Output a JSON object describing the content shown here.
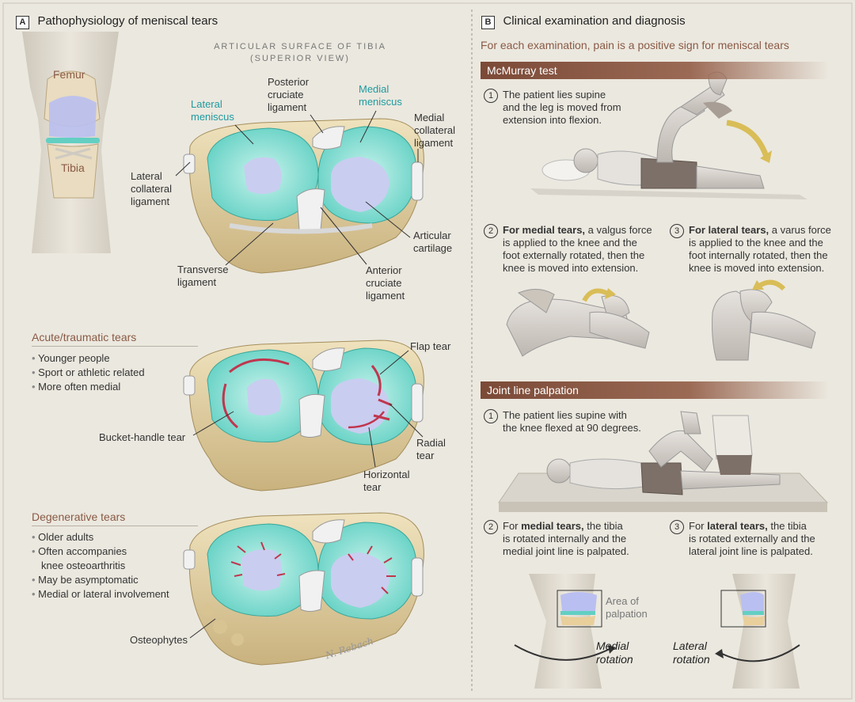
{
  "panel_a": {
    "letter": "A",
    "title": "Pathophysiology of meniscal tears",
    "surface_title_1": "ARTICULAR SURFACE OF TIBIA",
    "surface_title_2": "(SUPERIOR VIEW)",
    "femur": "Femur",
    "tibia": "Tibia",
    "labels": {
      "posterior_cruciate": [
        "Posterior",
        "cruciate",
        "ligament"
      ],
      "lateral_meniscus": [
        "Lateral",
        "meniscus"
      ],
      "medial_meniscus": [
        "Medial",
        "meniscus"
      ],
      "medial_collateral": [
        "Medial",
        "collateral",
        "ligament"
      ],
      "lateral_collateral": [
        "Lateral",
        "collateral",
        "ligament"
      ],
      "articular_cartilage": [
        "Articular",
        "cartilage"
      ],
      "transverse": [
        "Transverse",
        "ligament"
      ],
      "anterior_cruciate": [
        "Anterior",
        "cruciate",
        "ligament"
      ]
    },
    "acute": {
      "title": "Acute/traumatic tears",
      "bullets": [
        "Younger people",
        "Sport or athletic related",
        "More often medial"
      ],
      "flap": "Flap tear",
      "bucket": "Bucket-handle tear",
      "radial": [
        "Radial",
        "tear"
      ],
      "horizontal": [
        "Horizontal",
        "tear"
      ]
    },
    "degenerative": {
      "title": "Degenerative tears",
      "bullets": [
        "Older adults",
        "Often accompanies",
        "knee osteoarthritis",
        "May be asymptomatic",
        "Medial or lateral involvement"
      ],
      "osteophytes": "Osteophytes"
    },
    "signature": "N. Rebach"
  },
  "panel_b": {
    "letter": "B",
    "title": "Clinical examination and diagnosis",
    "subtitle": "For each examination, pain is a positive sign for meniscal tears",
    "mcmurray": {
      "bar": "McMurray test",
      "step1": {
        "num": "1",
        "lines": [
          "The patient lies supine",
          "and the leg is moved from",
          "extension into flexion."
        ]
      },
      "step2": {
        "num": "2",
        "bold": "For medial tears,",
        "lines": [
          " a valgus force",
          "is applied to the knee and the",
          "foot externally rotated, then the",
          "knee is moved into extension."
        ]
      },
      "step3": {
        "num": "3",
        "bold": "For lateral tears,",
        "lines": [
          " a varus force",
          "is applied to the knee and the",
          "foot internally rotated, then the",
          "knee is moved into extension."
        ]
      }
    },
    "palpation": {
      "bar": "Joint line palpation",
      "step1": {
        "num": "1",
        "lines": [
          "The patient lies supine with",
          "the knee flexed at 90 degrees."
        ]
      },
      "step2": {
        "num": "2",
        "pre": "For ",
        "bold": "medial tears,",
        "lines": [
          " the tibia",
          "is rotated internally and the",
          "medial joint line is palpated."
        ]
      },
      "step3": {
        "num": "3",
        "pre": "For ",
        "bold": "lateral tears,",
        "lines": [
          " the tibia",
          "is rotated externally and the",
          "lateral joint line is palpated."
        ]
      },
      "area": [
        "Area of",
        "palpation"
      ],
      "medial_rot": [
        "Medial",
        "rotation"
      ],
      "lateral_rot": [
        "Lateral",
        "rotation"
      ]
    }
  },
  "colors": {
    "background": "#ebe8df",
    "accent_brown": "#8a5a45",
    "teal": "#1f9aa0",
    "meniscus": "#8ee0d4",
    "cartilage": "#c9cdf0",
    "tear": "#c0364e"
  }
}
